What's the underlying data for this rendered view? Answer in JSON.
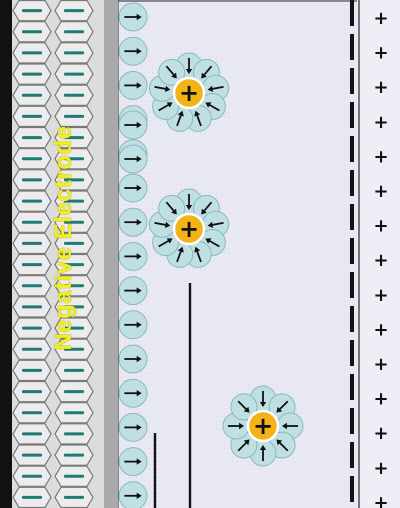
{
  "electrode": {
    "label": "Negative Electrode",
    "colors": {
      "hex_fill": "#ececec",
      "hex_stroke": "#777777",
      "bar": "#1f7a78",
      "back": "#111111",
      "label": "#f2ef1e"
    },
    "hex_rows": 24,
    "hex_cols": 2
  },
  "electrolyte": {
    "background": "#e8e8f3"
  },
  "water_molecule": {
    "fill": "#bfe0e3",
    "stroke": "#8cb7bc",
    "arrow": "#111111"
  },
  "cation": {
    "symbol": "+",
    "fill": "#f3b316",
    "stroke": "#ffffff"
  },
  "adsorbed_layer": {
    "count": 15,
    "arrow_direction": "right",
    "extra_molecules": 2
  },
  "solvated_cations": [
    {
      "label": "+",
      "hydration_shell": 9
    },
    {
      "label": "+",
      "hydration_shell": 9
    },
    {
      "label": "+",
      "hydration_shell": 8
    }
  ],
  "counter_charges": {
    "symbol": "+",
    "count": 15,
    "boundary": "dashed"
  }
}
